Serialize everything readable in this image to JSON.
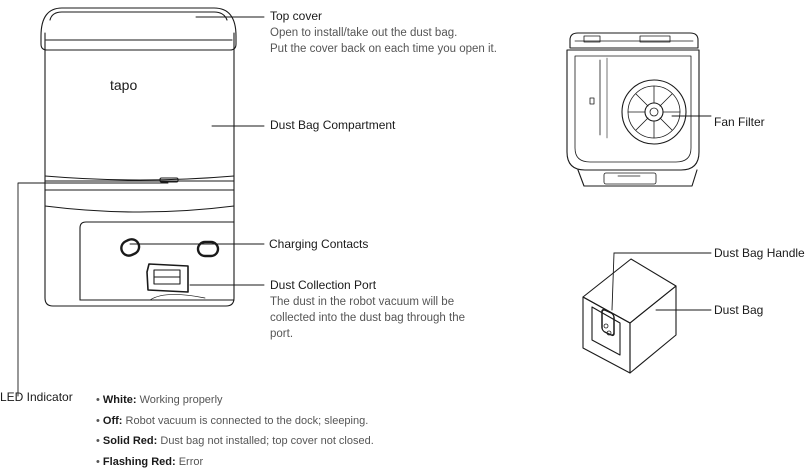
{
  "labels": {
    "top_cover": {
      "title": "Top cover",
      "lines": [
        "Open to install/take out the dust bag.",
        "Put the cover back on each time you open it."
      ]
    },
    "dust_bag_compartment": "Dust Bag Compartment",
    "charging_contacts": "Charging Contacts",
    "dust_collection_port": {
      "title": "Dust Collection Port",
      "lines": [
        "The dust in the robot vacuum will be",
        "collected into the dust bag through the",
        "port."
      ]
    },
    "fan_filter": "Fan Filter",
    "dust_bag_handle": "Dust Bag Handle",
    "dust_bag": "Dust Bag",
    "led_indicator": "LED Indicator"
  },
  "led_states": [
    {
      "state": "White:",
      "meaning": "Working properly"
    },
    {
      "state": "Off:",
      "meaning": "Robot vacuum is connected to the dock; sleeping."
    },
    {
      "state": "Solid Red:",
      "meaning": "Dust bag not installed; top cover not closed."
    },
    {
      "state": "Flashing Red:",
      "meaning": "Error"
    }
  ],
  "brand_logo": "tapo",
  "colors": {
    "line": "#1a1a1a",
    "text": "#1a1a1a",
    "muted": "#555555",
    "background": "#ffffff"
  }
}
